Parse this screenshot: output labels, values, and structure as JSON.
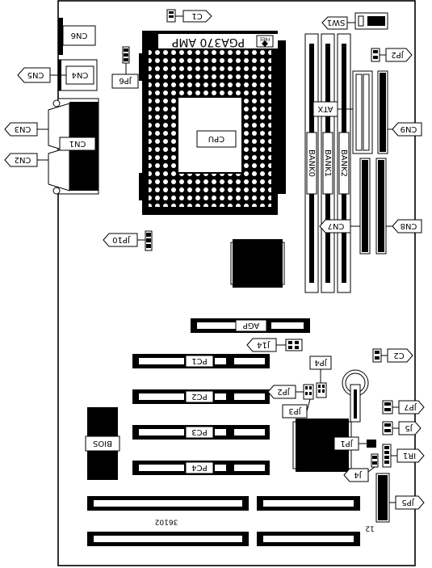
{
  "components": {
    "c1": "C1",
    "sw1": "SW1",
    "cn6": "CN6",
    "cn5": "CN5",
    "cn4": "CN4",
    "jp6": "JP6",
    "pga": "PGA370 AMP",
    "free": "FREE",
    "jp2_top": "JP2",
    "atx": "ATX",
    "cn3": "CN3",
    "cn1": "CN1",
    "cn2": "CN2",
    "cpu": "CPU",
    "bank0": "BANK0",
    "bank1": "BANK1",
    "bank2": "BANK2",
    "cn9": "CN9",
    "cn7": "CN7",
    "cn8": "CN8",
    "jp10": "JP10",
    "agp": "AGP",
    "j14": "J14",
    "c2": "C2",
    "pc1": "PC1",
    "jp4": "JP4",
    "jp2_mid": "JP2",
    "pc2": "PC2",
    "jp3": "JP3",
    "jp7": "JP7",
    "bios": "BIOS",
    "j5": "J5",
    "pc3": "PC3",
    "jp1": "JP1",
    "ir1": "IR1",
    "pc4": "PC4",
    "j4": "J4",
    "jp5": "JP5",
    "num_12": "12",
    "code": "36102"
  }
}
